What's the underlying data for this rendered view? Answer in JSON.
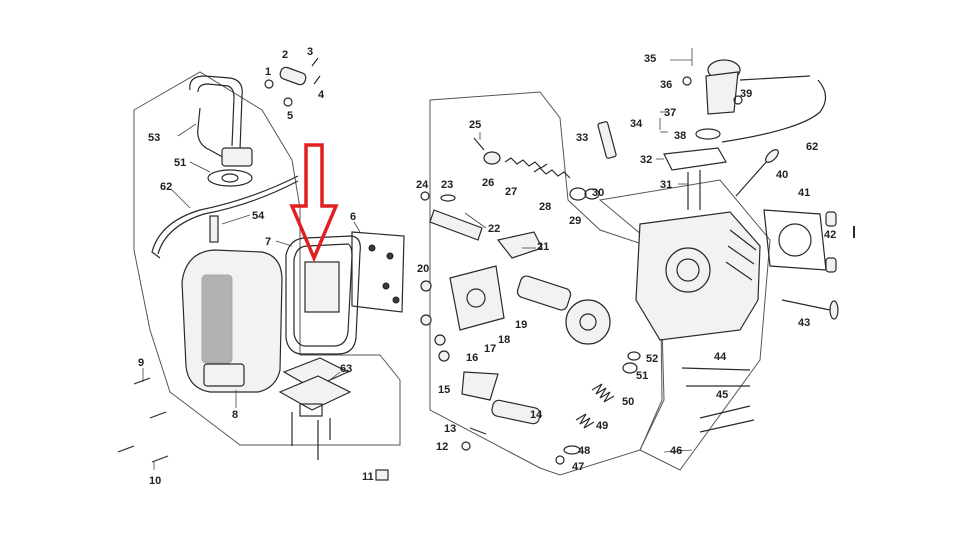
{
  "labels": {
    "l1": "1",
    "l2": "2",
    "l3": "3",
    "l4": "4",
    "l5": "5",
    "l6": "6",
    "l7": "7",
    "l8": "8",
    "l9": "9",
    "l10": "10",
    "l11": "11",
    "l12": "12",
    "l13": "13",
    "l14": "14",
    "l15": "15",
    "l16": "16",
    "l17": "17",
    "l18": "18",
    "l19": "19",
    "l20": "20",
    "l21": "21",
    "l22": "22",
    "l23": "23",
    "l24": "24",
    "l25": "25",
    "l26": "26",
    "l27": "27",
    "l28": "28",
    "l29": "29",
    "l30": "30",
    "l31": "31",
    "l32": "32",
    "l33": "33",
    "l34": "34",
    "l35": "35",
    "l36": "36",
    "l37": "37",
    "l38": "38",
    "l39": "39",
    "l40": "40",
    "l41": "41",
    "l42": "42",
    "l43": "43",
    "l44": "44",
    "l45": "45",
    "l46": "46",
    "l47": "47",
    "l48": "48",
    "l49": "49",
    "l50": "50",
    "l51": "51",
    "l52": "52",
    "l53": "53",
    "l54": "54",
    "l62a": "62",
    "l62b": "62",
    "l63": "63",
    "l51b": "51"
  },
  "colors": {
    "highlight_arrow": "#e02020",
    "line": "#2a2a2a",
    "background": "#ffffff"
  },
  "annotation": {
    "type": "down-arrow",
    "points_to_part": "7"
  }
}
